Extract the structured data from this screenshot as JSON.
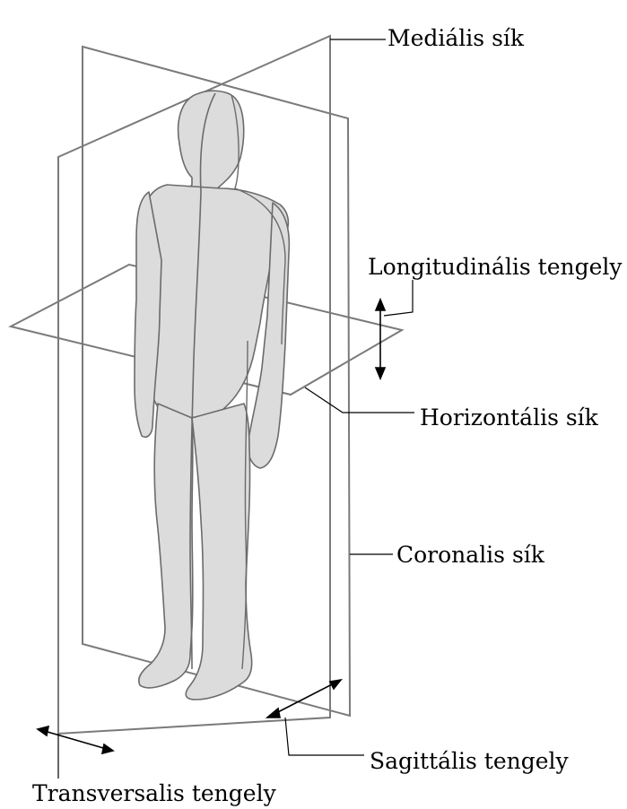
{
  "labels": {
    "medialis": "Mediális sík",
    "longitudinalis": "Longitudinális tengely",
    "horizontalis": "Horizontális sík",
    "coronalis": "Coronalis sík",
    "sagittalis": "Sagittális tengely",
    "transversalis": "Transversalis tengely"
  },
  "colors": {
    "plane_line": "#7a7a7a",
    "body_fill": "#dcdcdc",
    "body_outline": "#6b6b6b",
    "label_text": "#000000",
    "leader_line": "#000000"
  }
}
